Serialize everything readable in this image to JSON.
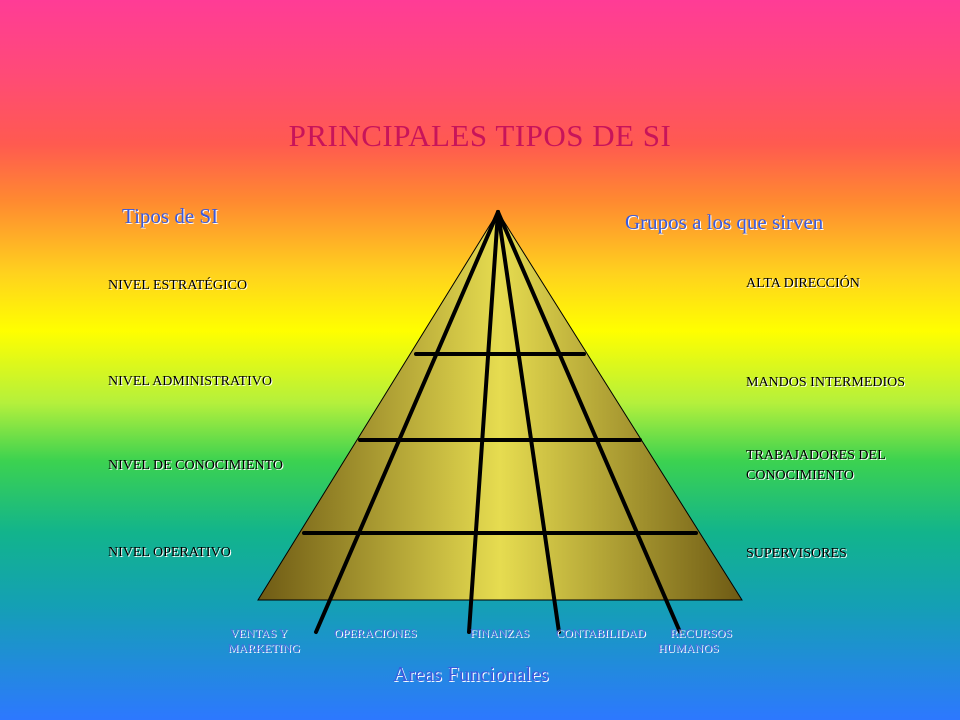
{
  "title": "PRINCIPALES TIPOS DE SI",
  "left_heading": "Tipos de SI",
  "right_heading": "Grupos a los que sirven",
  "levels": [
    "NIVEL ESTRATÉGICO",
    "NIVEL ADMINISTRATIVO",
    "NIVEL DE CONOCIMIENTO",
    "NIVEL OPERATIVO"
  ],
  "groups": [
    "ALTA DIRECCIÓN",
    "MANDOS INTERMEDIOS",
    "TRABAJADORES DEL",
    "CONOCIMIENTO",
    "SUPERVISORES"
  ],
  "areas": [
    [
      "VENTAS  Y",
      "MARKETING"
    ],
    [
      "OPERACIONES"
    ],
    [
      "FINANZAS"
    ],
    [
      "CONTABILIDAD"
    ],
    [
      "RECURSOS",
      "HUMANOS"
    ]
  ],
  "bottom_heading": "Areas Funcionales",
  "colors": {
    "title": "#c8145a",
    "headings": "#3c5adc",
    "pyramid_light": "#e6dc50",
    "pyramid_dark": "#6e5a14"
  }
}
